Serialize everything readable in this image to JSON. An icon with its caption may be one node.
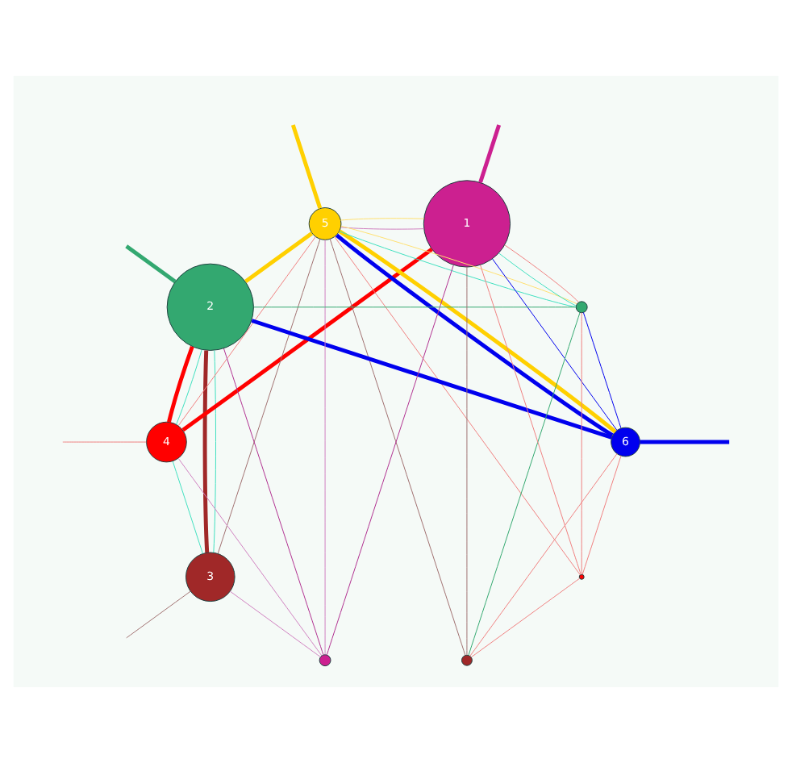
{
  "diagram": {
    "nodes": [
      {
        "text": [
          "1"
        ]
      },
      {
        "text": [
          "2"
        ]
      },
      {
        "text": [
          "3"
        ]
      },
      {
        "text": [
          "4"
        ]
      },
      {
        "text": [
          "5"
        ]
      },
      {
        "text": [
          "6"
        ]
      },
      {
        "text": [],
        "shape": "circle"
      },
      {
        "text": [],
        "shape": "circle"
      },
      {
        "text": [],
        "shape": "circle"
      },
      {
        "text": [],
        "shape": "circle"
      }
    ],
    "edges": [
      {
        "from": 0,
        "to": null,
        "arrow": "none",
        "style": "thick",
        "color": "#cc2090"
      },
      {
        "from": 1,
        "to": null,
        "arrow": "none",
        "style": "thick",
        "color": "#33a870"
      },
      {
        "from": 2,
        "to": null,
        "arrow": "none",
        "color": "#a07070"
      },
      {
        "from": 3,
        "to": null,
        "arrow": "none"
      },
      {
        "from": 4,
        "to": null,
        "arrow": "none",
        "style": "thick",
        "color": "#ffd000"
      },
      {
        "from": 5,
        "to": null,
        "arrow": "none",
        "style": "thick",
        "color": "#0000ee"
      },
      {
        "from": 3,
        "to": 0,
        "arrow": "none",
        "style": "thick",
        "color": "#ff0000"
      },
      {
        "from": 3,
        "to": 1,
        "arrow": "none",
        "style": "thick",
        "color": "#ff0000"
      },
      {
        "from": 5,
        "to": 1,
        "arrow": "none",
        "style": "thick",
        "color": "#0000ee"
      },
      {
        "from": 4,
        "to": 1,
        "arrow": "none",
        "style": "thick",
        "color": "#ffd000"
      },
      {
        "from": 2,
        "to": 1,
        "arrow": "none",
        "style": "thick",
        "color": "#a02828"
      },
      {
        "from": 4,
        "to": 5,
        "arrow": "none",
        "style": "thick",
        "color": "#ffd000"
      },
      {
        "from": 5,
        "to": 4,
        "arrow": "none",
        "style": "thick",
        "color": "#0000ee"
      },
      {
        "from": 6,
        "to": 0,
        "arrow": "none",
        "color": "#b03090"
      },
      {
        "from": 6,
        "to": 1,
        "arrow": "none",
        "color": "#b03090"
      },
      {
        "from": 6,
        "to": 2,
        "arrow": "none",
        "color": "#d080c0"
      },
      {
        "from": 6,
        "to": 3,
        "arrow": "none",
        "color": "#d080c0"
      },
      {
        "from": 6,
        "to": 4,
        "arrow": "none",
        "color": "#d080c0"
      },
      {
        "from": 7,
        "to": 1,
        "arrow": "none",
        "color": "#33a870"
      },
      {
        "from": 7,
        "to": 0,
        "arrow": "none",
        "color": "#40e0c0"
      },
      {
        "from": 7,
        "to": 5,
        "arrow": "none",
        "color": "#0000ee"
      },
      {
        "from": 7,
        "to": 8,
        "arrow": "none",
        "color": "#33a870"
      },
      {
        "from": 7,
        "to": 9,
        "arrow": "none"
      },
      {
        "from": 7,
        "to": 0,
        "arrow": "none"
      },
      {
        "from": 4,
        "to": 7,
        "arrow": "none",
        "color": "#ffe070"
      },
      {
        "from": 4,
        "to": 7,
        "arrow": "none",
        "color": "#40e0c0"
      },
      {
        "from": 5,
        "to": 8,
        "arrow": "none"
      },
      {
        "from": 5,
        "to": 9,
        "arrow": "none"
      },
      {
        "from": 5,
        "to": 0,
        "arrow": "none",
        "color": "#0000ee"
      },
      {
        "from": 4,
        "to": 9,
        "arrow": "none"
      },
      {
        "from": 4,
        "to": 8,
        "arrow": "none",
        "color": "#a07070"
      },
      {
        "from": 4,
        "to": 0,
        "arrow": "none",
        "color": "#ffe070"
      },
      {
        "from": 4,
        "to": 0,
        "arrow": "none",
        "color": "#d080c0"
      },
      {
        "from": 4,
        "to": 3,
        "arrow": "none"
      },
      {
        "from": 4,
        "to": 2,
        "arrow": "none",
        "color": "#a07070"
      },
      {
        "from": 8,
        "to": 0,
        "arrow": "none",
        "color": "#a07070"
      },
      {
        "from": 8,
        "to": 9,
        "arrow": "none"
      },
      {
        "from": 9,
        "to": 0,
        "arrow": "none"
      },
      {
        "from": 3,
        "to": 2,
        "arrow": "none",
        "color": "#40e0c0"
      },
      {
        "from": 3,
        "to": 1,
        "arrow": "none",
        "color": "#40e0c0"
      },
      {
        "from": 2,
        "to": 1,
        "arrow": "none",
        "color": "#40e0c0"
      }
    ]
  }
}
